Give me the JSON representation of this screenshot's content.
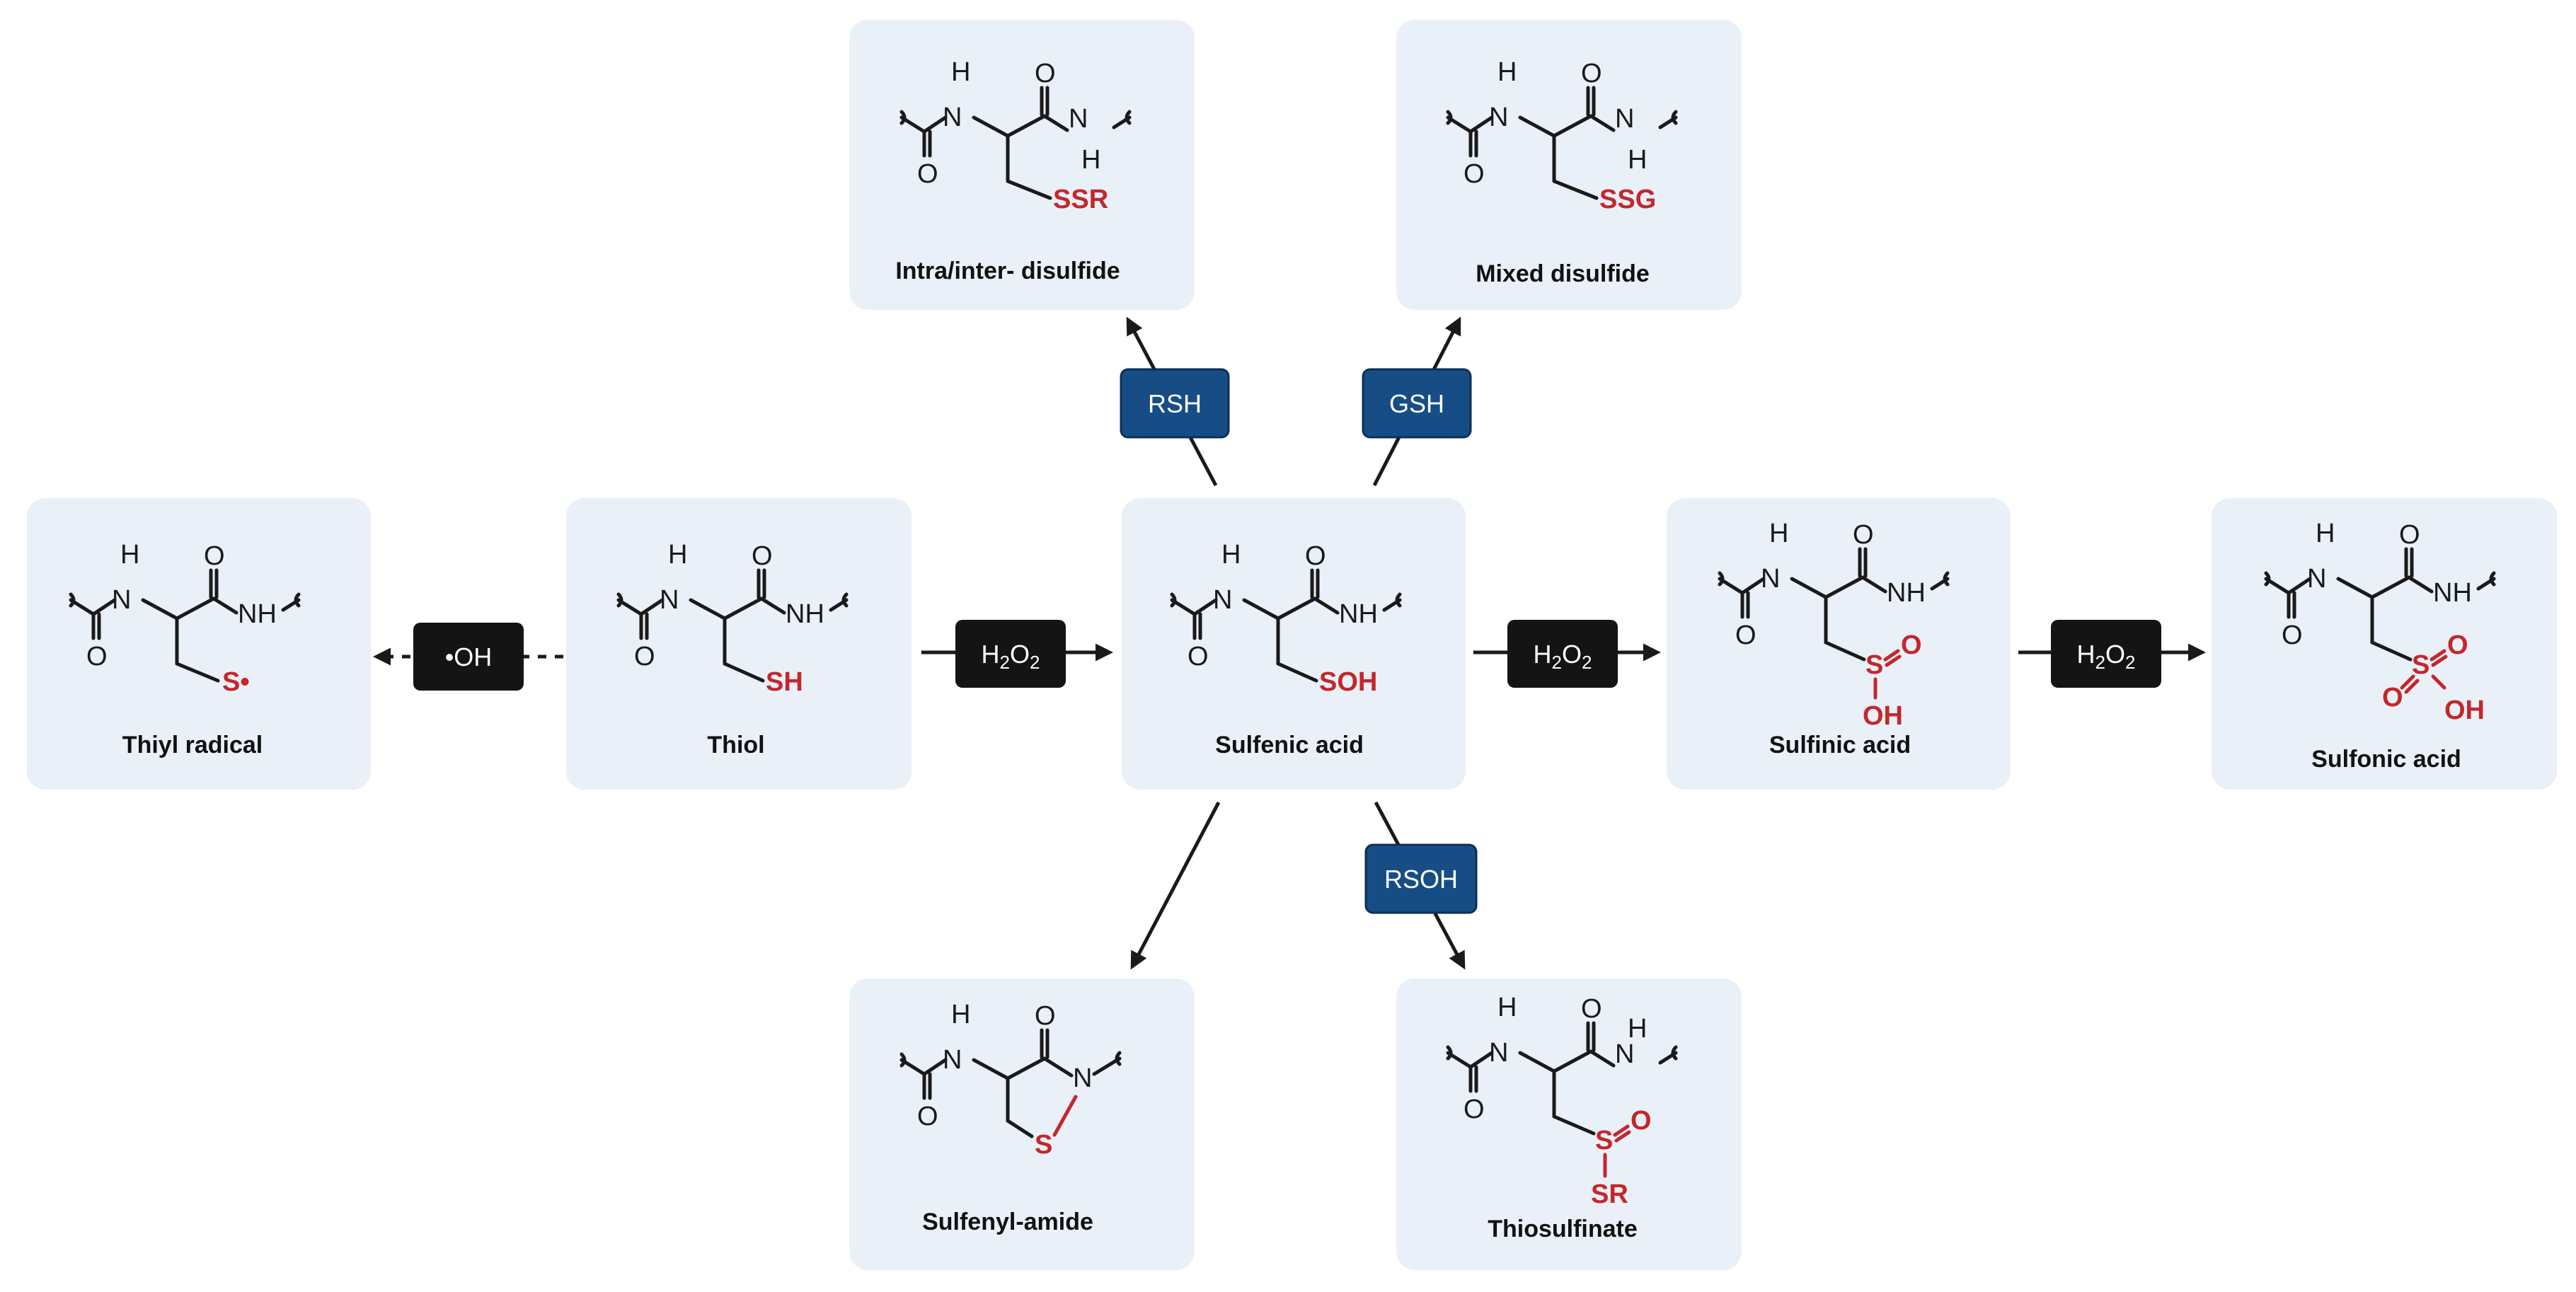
{
  "species": {
    "thiyl_radical": {
      "label": "Thiyl radical",
      "group": "S•"
    },
    "thiol": {
      "label": "Thiol",
      "group": "SH"
    },
    "sulfenic_acid": {
      "label": "Sulfenic acid",
      "group": "SOH"
    },
    "sulfinic_acid": {
      "label": "Sulfinic acid",
      "s": "S",
      "o": "O",
      "oh": "OH"
    },
    "sulfonic_acid": {
      "label": "Sulfonic acid",
      "s": "S",
      "o": "O",
      "oh": "OH"
    },
    "intra_inter_disulfide": {
      "label": "Intra/inter- disulfide",
      "group": "SSR"
    },
    "mixed_disulfide": {
      "label": "Mixed disulfide",
      "group": "SSG"
    },
    "sulfenyl_amide": {
      "label": "Sulfenyl-amide",
      "s": "S",
      "n": "N"
    },
    "thiosulfinate": {
      "label": "Thiosulfinate",
      "s": "S",
      "o": "O",
      "sr": "SR"
    }
  },
  "atoms": {
    "h": "H",
    "n": "N",
    "o": "O",
    "nh": "NH"
  },
  "reagents": {
    "hydroxyl": "•OH",
    "h2o2_main": "H",
    "h2o2_sub": "2",
    "h2o2_o": "O",
    "rsh": "RSH",
    "gsh": "GSH",
    "rsoh": "RSOH"
  },
  "colors": {
    "box_fill": "#eaf0f8",
    "reagent_black": "#141414",
    "reagent_blue": "#174d85",
    "highlight_red": "#c3272b"
  }
}
